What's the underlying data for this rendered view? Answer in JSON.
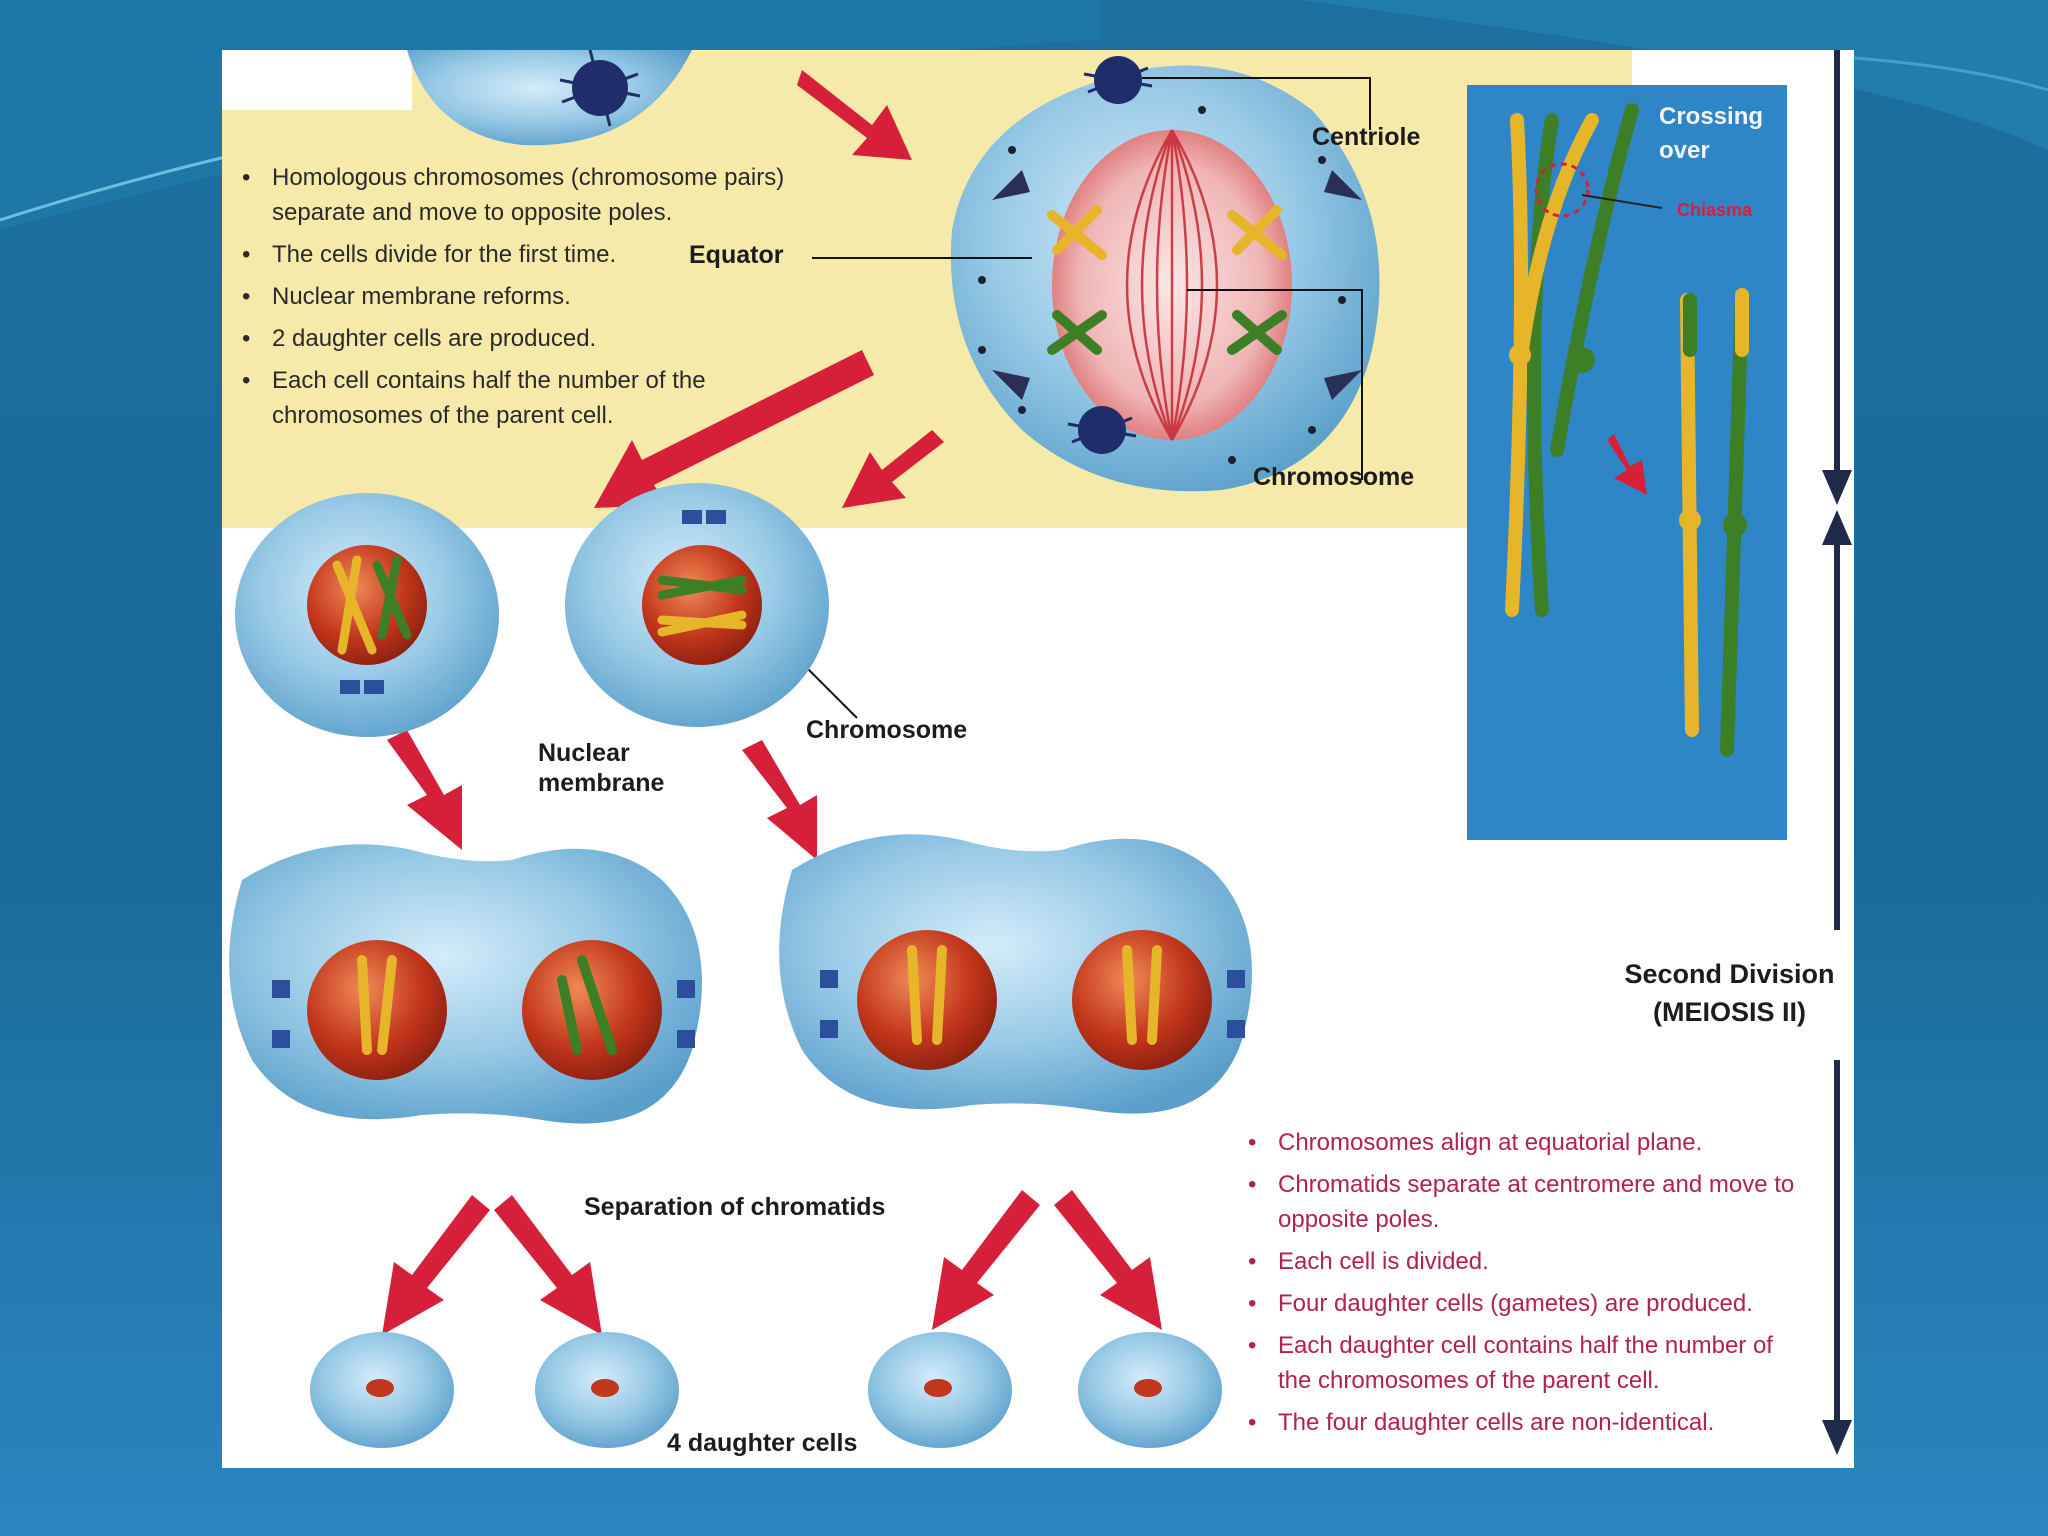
{
  "meiosis1_points": [
    "Homologous chromosomes (chromosome pairs) separate and move to opposite poles.",
    "The cells divide for the first time.",
    "Nuclear membrane reforms.",
    "2 daughter cells are produced.",
    "Each cell contains half the number of the chromosomes of the parent cell."
  ],
  "meiosis2_points": [
    "Chromosomes align at equatorial plane.",
    "Chromatids separate at centromere and move to opposite poles.",
    "Each cell is divided.",
    "Four daughter cells (gametes) are produced.",
    "Each daughter cell contains half the number of the chromosomes of the parent cell.",
    "The four daughter cells are non-identical."
  ],
  "labels": {
    "centriole": "Centriole",
    "equator": "Equator",
    "chromosome_top": "Chromosome",
    "nuclear_membrane": "Nuclear membrane",
    "chromosome_mid": "Chromosome",
    "separation": "Separation of chromatids",
    "daughter_cells": "4 daughter cells",
    "second_division": "Second Division (MEIOSIS II)",
    "crossing_over": "Crossing over",
    "chiasma": "Chiasma"
  },
  "colors": {
    "slide_blue": "#1c6f9f",
    "top_band": "#f6eaaa",
    "cell_blue": "#8fc5e4",
    "nucleus_red": "#c2361c",
    "arrow_red": "#d6203a",
    "inset_blue": "#2f86c7",
    "chromosome_yellow": "#e7b52a",
    "chromosome_green": "#3d7f26",
    "bullet_red": "#b3214d"
  }
}
